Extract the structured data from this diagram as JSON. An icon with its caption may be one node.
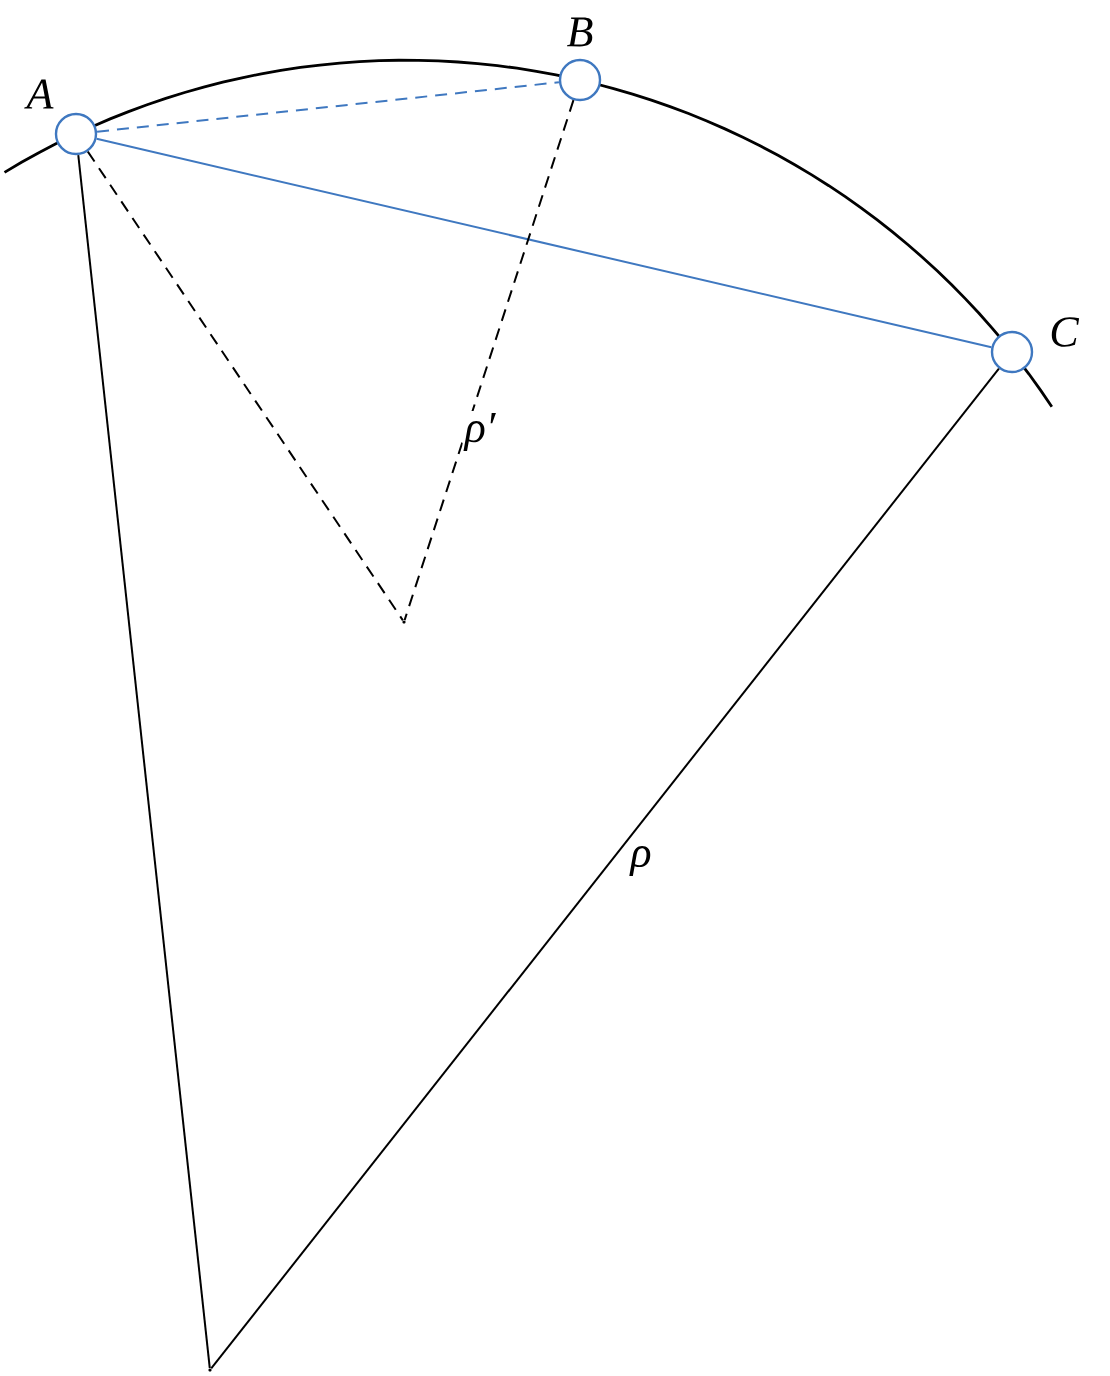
{
  "diagram": {
    "nodes": [
      {
        "text": [],
        "shape": "circle",
        "beside": [
          "A"
        ]
      },
      {
        "text": [],
        "shape": "circle",
        "beside": [
          "B"
        ]
      },
      {
        "text": [],
        "shape": "circle",
        "beside": [
          "C"
        ]
      },
      {
        "text": [],
        "shape": "point"
      },
      {
        "text": [],
        "shape": "point"
      }
    ],
    "edges": [
      {
        "from": 0,
        "to": 1,
        "arrow": "none",
        "style": "dashed",
        "color": "#3f78c0"
      },
      {
        "from": 0,
        "to": 2,
        "arrow": "none",
        "color": "#3f78c0"
      },
      {
        "from": 0,
        "to": 3,
        "arrow": "none",
        "style": "dashed"
      },
      {
        "from": 1,
        "to": 3,
        "arrow": "none",
        "style": "dashed",
        "label": "ρ′"
      },
      {
        "from": 0,
        "to": 4,
        "arrow": "none"
      },
      {
        "from": 2,
        "to": 4,
        "arrow": "none",
        "label": "ρ"
      }
    ]
  }
}
